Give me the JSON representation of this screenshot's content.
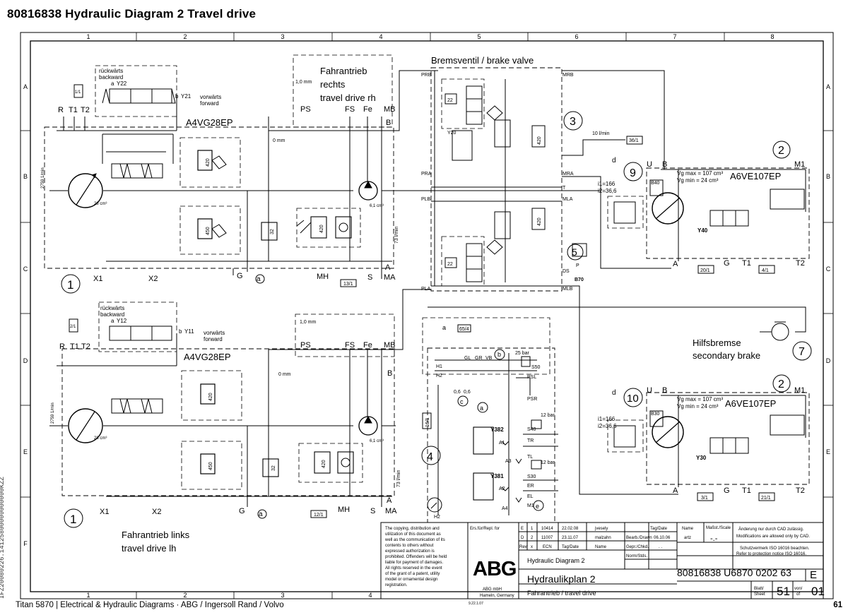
{
  "page": {
    "title": "80816838  Hydraulic Diagram 2  Travel drive",
    "footer_left": "Titan 5870  |  Electrical & Hydraulic Diagrams  ·  ABG / Ingersoll Rand / Volvo",
    "footer_right": "61",
    "side_code": "IFZ20080226.14125800000000000KZZ"
  },
  "grid": {
    "columns": [
      "1",
      "2",
      "3",
      "4",
      "5",
      "6",
      "7",
      "8"
    ],
    "rows": [
      "A",
      "B",
      "C",
      "D",
      "E",
      "F"
    ]
  },
  "upper_pump": {
    "reverse_de": "rückwärts",
    "reverse_en": "backward",
    "forward_de": "vorwärts",
    "forward_en": "forward",
    "sol_a": "a",
    "sol_a_name": "Y22",
    "sol_b": "b",
    "sol_b_name": "Y21",
    "ref": "1/1",
    "model": "A4VG28EP",
    "ports_left": [
      "R",
      "T1",
      "T2"
    ],
    "ps": "PS",
    "fs": "FS",
    "fe": "Fe",
    "mb": "MB",
    "b": "B",
    "orifice_top": "1,0 mm",
    "orifice_mid": "0 mm",
    "speed": "2759 1/min",
    "disp": "28 cm³",
    "charge_disp": "6,1 cm³",
    "flow": "73 l/min",
    "relief_1": "420",
    "relief_2": "450",
    "relief_3": "32",
    "relief_4": "420",
    "callout": "1",
    "x1": "X1",
    "x2": "X2",
    "g": "G",
    "a_circle": "a",
    "mh": "MH",
    "s": "S",
    "a": "A",
    "ma": "MA",
    "ref_2": "13/1"
  },
  "travel_rh": {
    "de_1": "Fahrantrieb",
    "de_2": "rechts",
    "en": "travel drive rh"
  },
  "brake_valve": {
    "title": "Bremsventil / brake valve",
    "ports_left": [
      "PRB",
      "PRA",
      "PLB",
      "PLA"
    ],
    "ports_right": [
      "MRB",
      "MRA",
      "T",
      "MLA",
      "DS",
      "MLB"
    ],
    "v22a": "22",
    "v22b": "22",
    "y20": "Y20",
    "r420a": "420",
    "r420b": "420",
    "callout": "3",
    "flow": "10 l/min",
    "ref": "36/1",
    "callout_5": "5",
    "p": "P",
    "b70": "B70"
  },
  "right_motor_top": {
    "callout_d": "d",
    "callout": "9",
    "callout_2": "2",
    "u": "U",
    "b": "B",
    "m1": "M1",
    "b40": "B40",
    "vg_max": "Vg max = 107 cm³",
    "vg_min": "Vg min = 24 cm³",
    "model": "A6VE107EP",
    "i1": "i1=166",
    "i2": "i2=36,6",
    "y40": "Y40",
    "a": "A",
    "g": "G",
    "t1": "T1",
    "t2": "T2",
    "ref_a": "20/1",
    "ref_b": "4/1"
  },
  "secondary_brake": {
    "de": "Hilfsbremse",
    "en": "secondary brake",
    "callout": "7"
  },
  "lower_pump": {
    "reverse_de": "rückwärts",
    "reverse_en": "backward",
    "forward_de": "vorwärts",
    "forward_en": "forward",
    "sol_a": "a",
    "sol_a_name": "Y12",
    "sol_b": "b",
    "sol_b_name": "Y11",
    "ref": "2/1",
    "model": "A4VG28EP",
    "ports_left": [
      "R",
      "T1",
      "T2"
    ],
    "ps": "PS",
    "fs": "FS",
    "fe": "Fe",
    "mb": "MB",
    "b": "B",
    "orifice_top": "1,0 mm",
    "orifice_mid": "0 mm",
    "speed": "2759 1/min",
    "disp": "28 cm³",
    "charge_disp": "6,1 cm³",
    "flow": "73 l/min",
    "relief_1": "420",
    "relief_2": "450",
    "relief_3": "32",
    "relief_4": "420",
    "callout": "1",
    "x1": "X1",
    "x2": "X2",
    "g": "G",
    "a_circle": "a",
    "mh": "MH",
    "s": "S",
    "a": "A",
    "ma": "MA",
    "ref_2": "12/1"
  },
  "travel_lh": {
    "de": "Fahrantrieb links",
    "en": "travel drive lh"
  },
  "valve_block_4": {
    "callout_a": "a",
    "ref_a": "65/4",
    "gl": "GL",
    "gr": "GR",
    "vb": "VB",
    "callout_b": "b",
    "bar_25": "25 bar",
    "s50": "S50",
    "h1": "H1",
    "h2": "H2",
    "psl": "PSL",
    "psr": "PSR",
    "or1": "0,6",
    "or2": "0,6",
    "callout_c": "c",
    "callout_a2": "a",
    "ref_left": "16/1",
    "callout": "4",
    "y382": "Y382",
    "y381": "Y381",
    "a1": "A1",
    "a2": "A2",
    "a3": "A3",
    "a4": "A4",
    "bar_12a": "12 bar",
    "bar_12b": "12 bar",
    "s40": "S40",
    "s30": "S30",
    "tr": "TR",
    "tl": "TL",
    "er": "ER",
    "el": "EL",
    "m1": "M1",
    "callout_e": "e",
    "h2b": "H2"
  },
  "right_motor_bottom": {
    "callout_d": "d",
    "callout": "10",
    "callout_2": "2",
    "u": "U",
    "b": "B",
    "m1": "M1",
    "b30": "B30",
    "vg_max": "Vg max = 107 cm³",
    "vg_min": "Vg min = 24 cm³",
    "model": "A6VE107EP",
    "i1": "i1=166",
    "i2": "i2=36,6",
    "y30": "Y30",
    "a": "A",
    "g": "G",
    "t1": "T1",
    "t2": "T2",
    "ref_a": "3/1",
    "ref_b": "21/1"
  },
  "title_block": {
    "copyright": [
      "The copying, distribution and",
      "utilization of this document as",
      "well as the communication of its",
      "contents to others without",
      "expressed authorization is",
      "prohibited. Offenders will be held",
      "liable for payment of damages.",
      "All rights reserved in the event",
      "of the grant of a patent, utility",
      "model or ornamental design",
      "registration."
    ],
    "ers_label": "Ers.für/Repl. for",
    "rev_rows": [
      {
        "rev": "E",
        "n": "1",
        "ecn": "10414",
        "date": "22.02.08",
        "name": "jvesely"
      },
      {
        "rev": "D",
        "n": "2",
        "ecn": "11007",
        "date": "23.11.07",
        "name": "malzahn"
      }
    ],
    "rev_hdr": [
      "Rev.",
      "x",
      "ECN",
      "Tag/Date",
      "Name"
    ],
    "tag_date": "Tag/Date",
    "name_hdr": "Name",
    "bearb": "Bearb./Drawn",
    "bearb_date": "06.10.06",
    "bearb_name": "artz",
    "gepr": "Gepr./Chkd.",
    "gepr_date": ". .",
    "norm": "Norm/Stds.",
    "massstab": "Maßst./Scale",
    "scale_val": "-.-",
    "change_1": "Änderung nur durch CAD zulässig.",
    "change_2": "Modifications are allowed only by CAD.",
    "protect_1": "Schutzvermerk ISO 16016 beachten.",
    "protect_2": "Refer to protection notice ISO 16016.",
    "logo": "ABG",
    "company_1": "ABG mbH",
    "company_2": "Hameln, Germany",
    "subtitle_en": "Hydraulic Diagram 2",
    "title_de": "Hydraulikplan 2",
    "subtitle_de": "Fahrantrieb / travel drive",
    "drawing_no": "80816838  U6870 0202 63",
    "rev_letter": "E",
    "blatt": "Blatt/",
    "sheet": "Sheet",
    "sheet_no": "51",
    "von": "von/",
    "of": "of",
    "of_no": "01",
    "form": "9.22.1.07"
  }
}
